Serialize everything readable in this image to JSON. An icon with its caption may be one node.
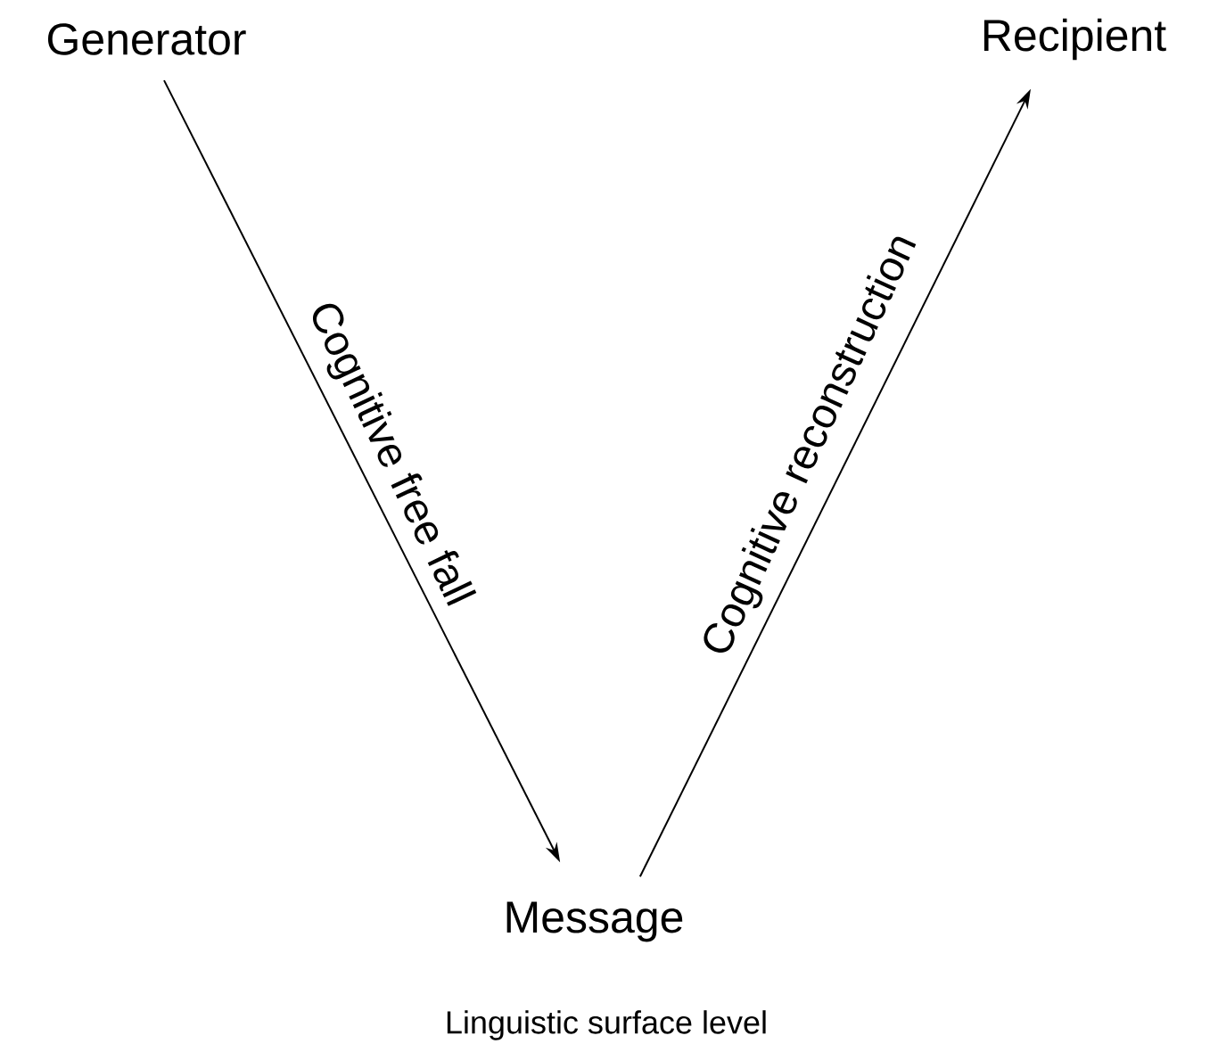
{
  "diagram": {
    "nodes": [
      {
        "text": [
          "Generator"
        ]
      },
      {
        "text": [
          "Recipient"
        ]
      },
      {
        "text": [
          "Message"
        ]
      }
    ],
    "edges": [
      {
        "from": 0,
        "to": 2,
        "arrow": "to",
        "label": "Cognitive free fall"
      },
      {
        "from": 2,
        "to": 1,
        "arrow": "to",
        "label": "Cognitive reconstruction"
      }
    ],
    "labels": [
      "Linguistic surface level"
    ]
  }
}
